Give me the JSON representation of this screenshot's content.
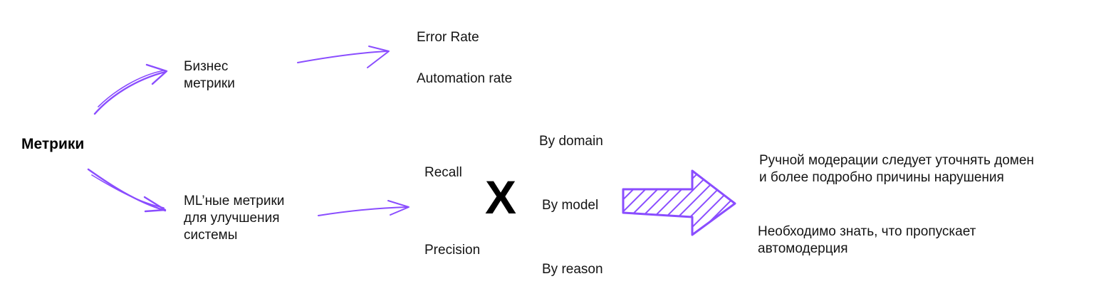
{
  "root": "Метрики",
  "business": {
    "lines": [
      "Бизнес",
      "метрики"
    ],
    "metrics": [
      "Error Rate",
      "Automation rate"
    ]
  },
  "ml": {
    "lines": [
      "ML’ные метрики",
      "для улучшения",
      "системы"
    ],
    "metrics": [
      "Recall",
      "Precision"
    ],
    "cross_mark": "X",
    "breakdowns": [
      "By domain",
      "By model",
      "By reason"
    ]
  },
  "conclusions": [
    [
      "Ручной модерации следует уточнять домен",
      "и более подробно причины нарушения"
    ],
    [
      "Необходимо знать, что пропускает",
      "автомодерция"
    ]
  ],
  "colors": {
    "accent": "#8a4dff",
    "text": "#141414",
    "cross": "#000000"
  }
}
